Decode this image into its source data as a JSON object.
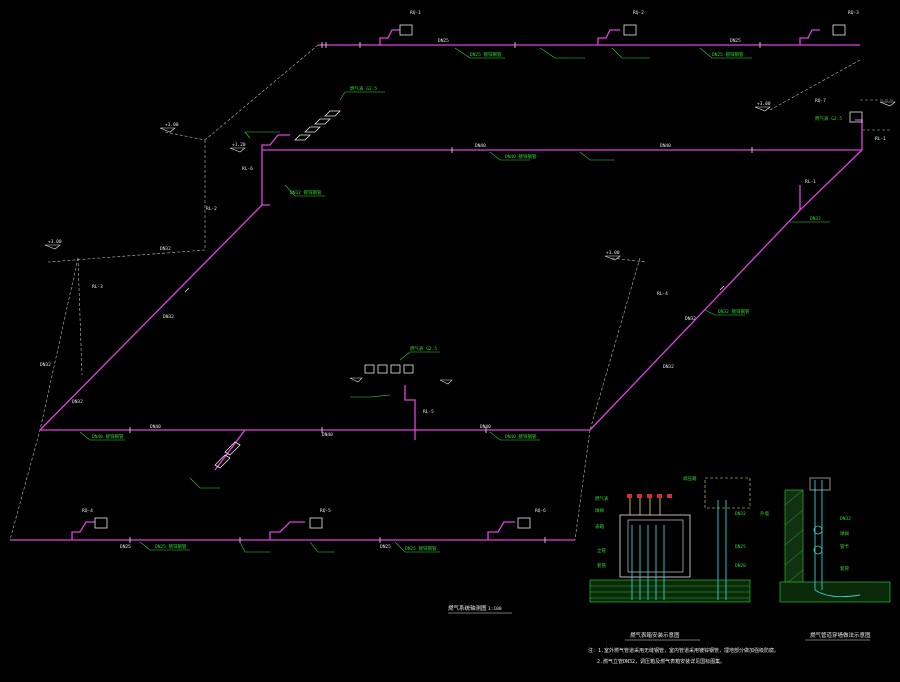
{
  "colors": {
    "background": "#000000",
    "pipe": "#e040e0",
    "leader": "#2fd82f",
    "dash": "#bdbdbd",
    "text": "#e8e8e8",
    "detail_cyan": "#30d0d0",
    "detail_yellow": "#e8e850",
    "detail_red": "#d03030",
    "detail_green": "#2fd82f"
  },
  "drawing": {
    "title": "燃气系统轴测图",
    "scale": "1:100"
  },
  "details": {
    "left_title": "燃气表箱安装示意图",
    "right_title": "燃气管道穿墙做法示意图"
  },
  "notes": {
    "line1": "注：1.室外燃气管道采用无缝钢管，室内管道采用镀锌钢管，埋地部分做加强级防腐。",
    "line2": "2.燃气立管DN32，调压箱及燃气表箱安装详见国标图集。"
  }
}
